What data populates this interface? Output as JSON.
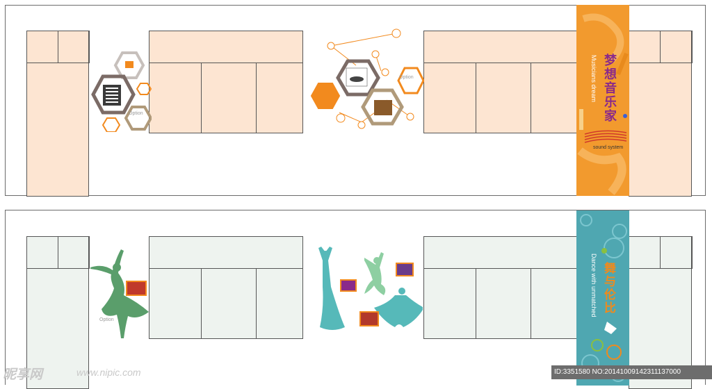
{
  "music_wall": {
    "banner_title": "梦想音乐家",
    "banner_subtitle": "Musicians dream",
    "sound_label": "sound system",
    "option_label": "Option",
    "colors": {
      "panel": "#fde5d2",
      "banner": "#f29a2e",
      "title": "#8a2a8a",
      "hex_gray": "#9b8d86",
      "hex_orange": "#f28a1e"
    }
  },
  "dance_wall": {
    "banner_title": "舞与伦比",
    "banner_subtitle": "Dance with unmatched",
    "option_label": "Option",
    "colors": {
      "panel": "#eef3ef",
      "banner": "#4fa7b1",
      "title": "#f08a1c",
      "silhouette_green": "#5a9e6b",
      "silhouette_teal": "#56b9b9"
    }
  },
  "watermark": {
    "logo_text": "昵享网",
    "url": "www.nipic.com",
    "id_text": "ID:3351580 NO:20141009142311137000"
  }
}
